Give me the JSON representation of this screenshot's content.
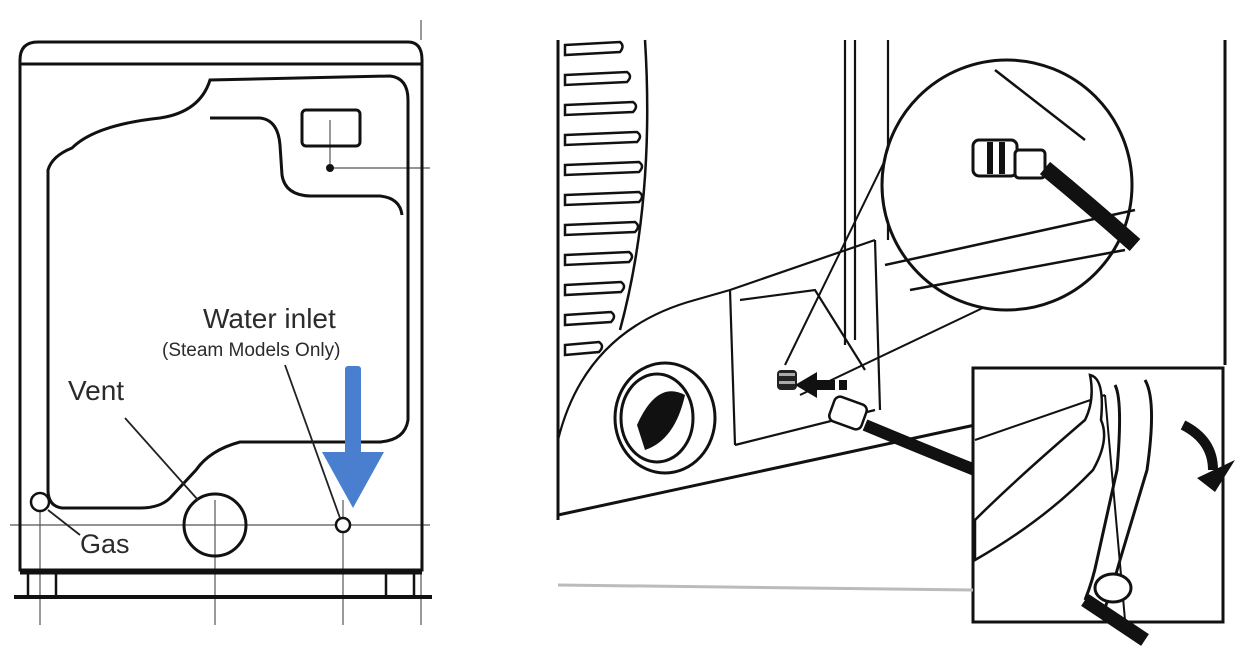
{
  "left_diagram": {
    "labels": {
      "water_inlet": "Water inlet",
      "water_inlet_note": "(Steam Models Only)",
      "vent": "Vent",
      "gas": "Gas"
    },
    "colors": {
      "arrow": "#4a7fd0",
      "line": "#111111"
    }
  },
  "right_illustration": {
    "bottom_text": "..."
  }
}
